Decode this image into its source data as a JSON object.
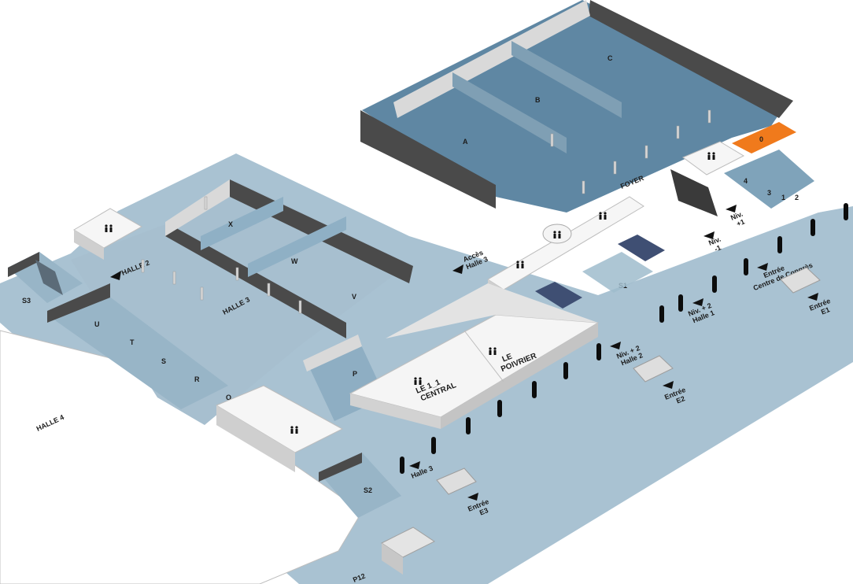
{
  "map": {
    "halls": {
      "halle2": "HALLE 2",
      "halle3": "HALLE 3",
      "halle4": "HALLE 4"
    },
    "rooms": {
      "a": "A",
      "b": "B",
      "c": "C",
      "x": "X",
      "w": "W",
      "v": "V",
      "u": "U",
      "t": "T",
      "s": "S",
      "r": "R",
      "q": "Q",
      "p": "P",
      "foyer": "FOYER",
      "s1": "S1",
      "s2": "S2",
      "s3": "S3",
      "r0": "0",
      "r1": "1",
      "r2": "2",
      "r3": "3",
      "r4": "4",
      "p12": "P12"
    },
    "restaurants": {
      "central_line1": "LE 1_1",
      "central_line2": "CENTRAL",
      "poivrier_line1": "LE",
      "poivrier_line2": "POIVRIER"
    },
    "wayfinding": {
      "acces_halle3_l1": "Accès",
      "acces_halle3_l2": "Halle 3",
      "halle2_arrow": "HALLE 2",
      "niv_plus1_l1": "Niv.",
      "niv_plus1_l2": "+1",
      "niv_minus1_l1": "Niv.",
      "niv_minus1_l2": "-1",
      "niv2_halle1_l1": "Niv. + 2",
      "niv2_halle1_l2": "Halle 1",
      "niv2_halle2_l1": "Niv. + 2",
      "niv2_halle2_l2": "Halle 2",
      "halle3_arrow": "Halle 3",
      "entree_congres_l1": "Entrée",
      "entree_congres_l2": "Centre de Congrès",
      "entree_e1_l1": "Entrée",
      "entree_e1_l2": "E1",
      "entree_e2_l1": "Entrée",
      "entree_e2_l2": "E2",
      "entree_e3_l1": "Entrée",
      "entree_e3_l2": "E3"
    },
    "icons": {
      "restroom": "restroom-icon"
    },
    "colors": {
      "floor_dark": "#5f87a3",
      "floor_light": "#a9c2d2",
      "highlight_room": "#f07a1c",
      "walls": "#4a4a4a"
    }
  }
}
